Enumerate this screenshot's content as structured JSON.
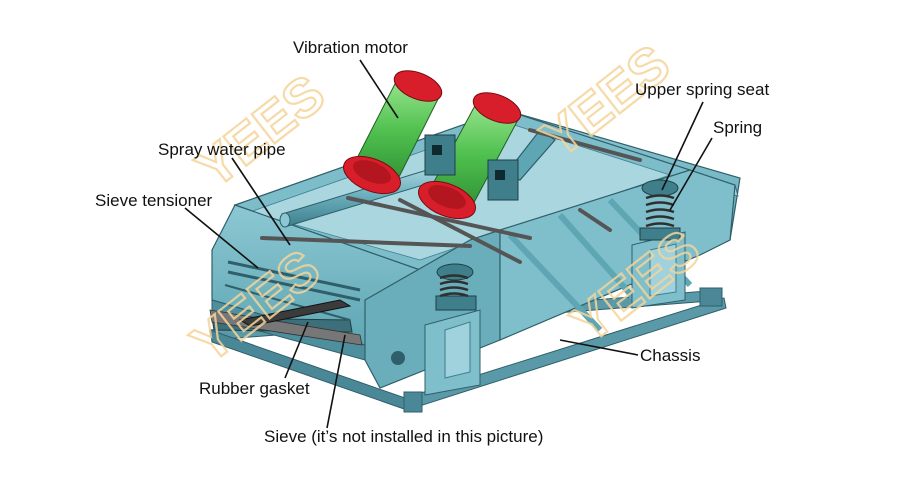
{
  "labels": {
    "vibration_motor": "Vibration motor",
    "upper_spring_seat": "Upper spring seat",
    "spring": "Spring",
    "spray_water_pipe": "Spray water pipe",
    "sieve_tensioner": "Sieve tensioner",
    "chassis": "Chassis",
    "rubber_gasket": "Rubber gasket",
    "sieve": "Sieve (it’s not installed in this picture)"
  },
  "watermark": "YEES",
  "colors": {
    "frame": "#6fb3c0",
    "frame_dark": "#3f7f8c",
    "motor_body": "#5fcf5f",
    "motor_cap": "#d81e2a",
    "chassis": "#5a9aa8",
    "label": "#111111",
    "watermark": "#f5d49a"
  }
}
